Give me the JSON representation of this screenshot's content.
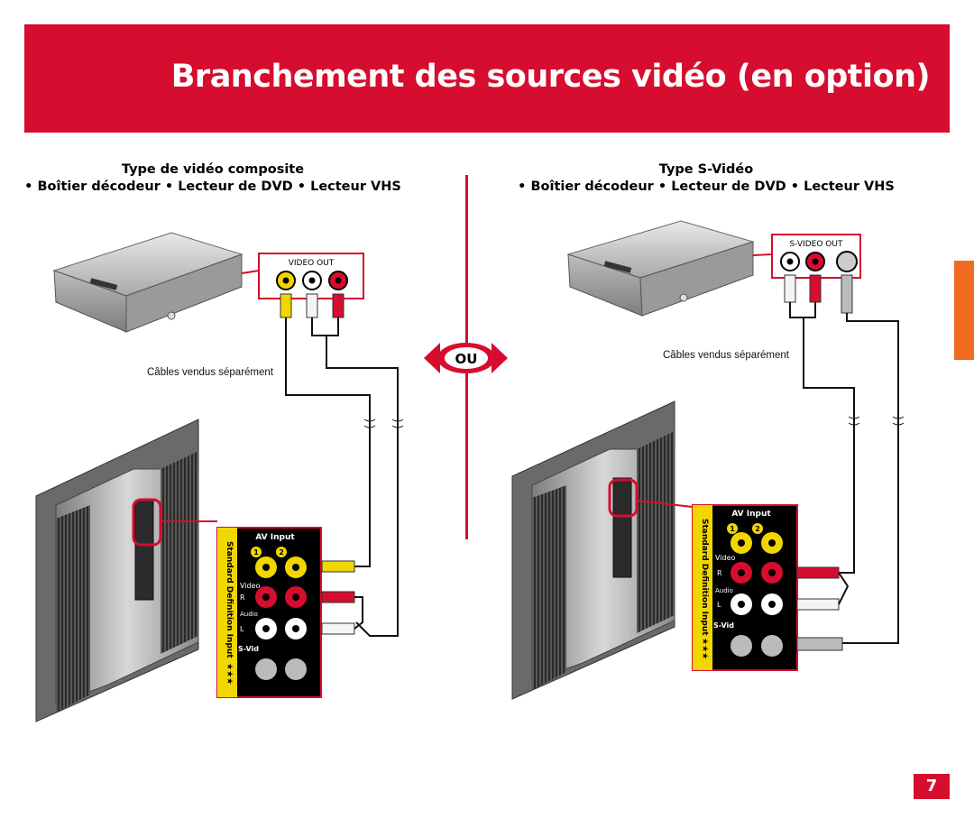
{
  "header": {
    "title": "Branchement des sources vidéo (en option)"
  },
  "left": {
    "title_line1": "Type de vidéo composite",
    "title_line2": "• Boîtier décodeur • Lecteur de DVD • Lecteur VHS",
    "out_label": "VIDEO OUT",
    "cables_note": "Câbles vendus séparément"
  },
  "right": {
    "title_line1": "Type S-Vidéo",
    "title_line2": "• Boîtier décodeur • Lecteur de DVD • Lecteur VHS",
    "out_label": "S-VIDEO OUT",
    "cables_note": "Câbles vendus séparément"
  },
  "or_label": "OU",
  "av_panel": {
    "title": "AV Input",
    "col1": "1",
    "col2": "2",
    "side_label": "Standard Definition Input",
    "stars": "★★★",
    "video": "Video",
    "r": "R",
    "audio": "Audio",
    "l": "L",
    "svid": "S-Vid"
  },
  "page_number": "7",
  "colors": {
    "brand_red": "#d60d2e",
    "tab_orange": "#f06a22",
    "panel_yellow": "#f2d600"
  }
}
